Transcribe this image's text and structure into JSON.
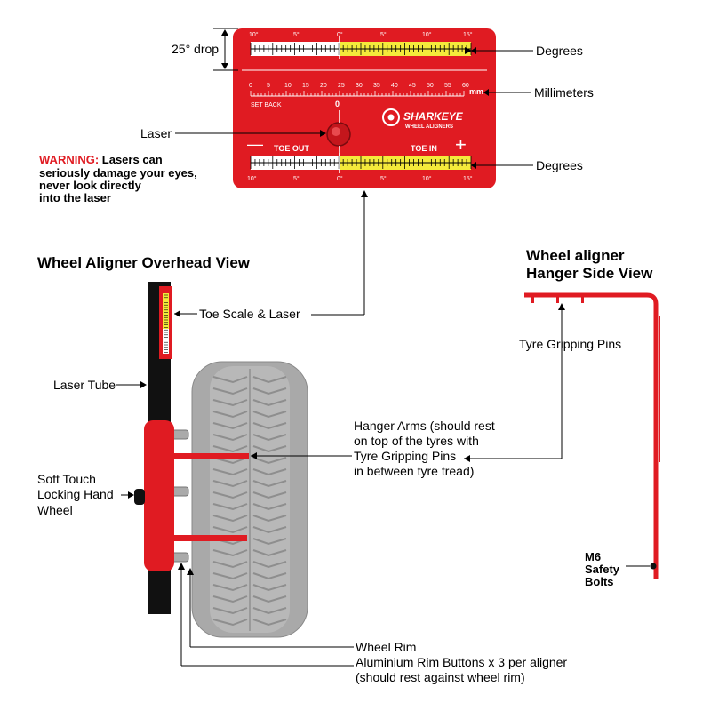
{
  "colors": {
    "red": "#e01b22",
    "yellow": "#f4ea3b",
    "tyre": "#a9a9a9",
    "black": "#111111"
  },
  "panel": {
    "brand": "SHARKEYE",
    "brand_sub": "WHEEL ALIGNERS",
    "set_back": "SET BACK",
    "toe_out": "TOE OUT",
    "toe_in": "TOE IN",
    "minus": "—",
    "plus": "+",
    "mm_unit": "mm",
    "zero": "0",
    "mm_ticks": [
      "0",
      "5",
      "10",
      "15",
      "20",
      "25",
      "30",
      "35",
      "40",
      "45",
      "50",
      "55",
      "60"
    ],
    "deg_ticks": [
      "10°",
      "5°",
      "0°",
      "5°",
      "10°",
      "15°"
    ]
  },
  "labels": {
    "drop": "25° drop",
    "degrees_top": "Degrees",
    "millimeters": "Millimeters",
    "laser": "Laser",
    "degrees_bottom": "Degrees",
    "toe_scale": "Toe Scale & Laser",
    "laser_tube": "Laser Tube",
    "locking_wheel": [
      "Soft Touch",
      "Locking Hand",
      "Wheel"
    ],
    "hanger_arms": [
      "Hanger Arms (should rest",
      "on top of the tyres with",
      "Tyre Gripping Pins",
      "in between tyre tread)"
    ],
    "tyre_pins": "Tyre Gripping Pins",
    "safety_bolts": [
      "M6",
      "Safety",
      "Bolts"
    ],
    "wheel_rim": "Wheel Rim",
    "rim_buttons": [
      "Aluminium Rim Buttons x 3 per aligner",
      "(should rest against wheel rim)"
    ]
  },
  "warning": {
    "prefix": "WARNING:",
    "text1": " Lasers can",
    "lines": [
      "seriously damage your eyes,",
      "never look directly",
      "into the laser"
    ]
  },
  "titles": {
    "overhead": "Wheel Aligner Overhead View",
    "hanger": [
      "Wheel aligner",
      "Hanger Side View"
    ]
  }
}
